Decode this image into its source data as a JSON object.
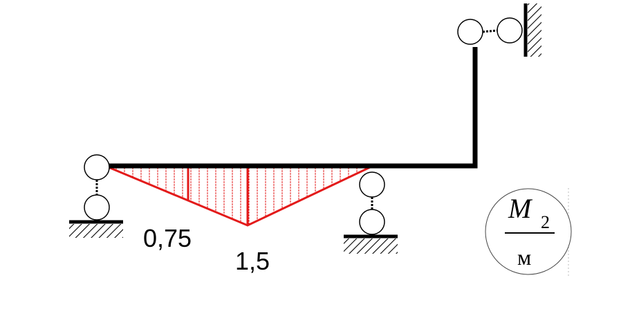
{
  "diagram": {
    "moment_labels": {
      "quarter": "0,75",
      "peak": "1,5"
    },
    "badge": {
      "symbol": "M",
      "subscript": "2",
      "unit": "м"
    },
    "colors": {
      "frame": "#000000",
      "moment": "#e31a1a",
      "hatch": "#000000"
    }
  }
}
